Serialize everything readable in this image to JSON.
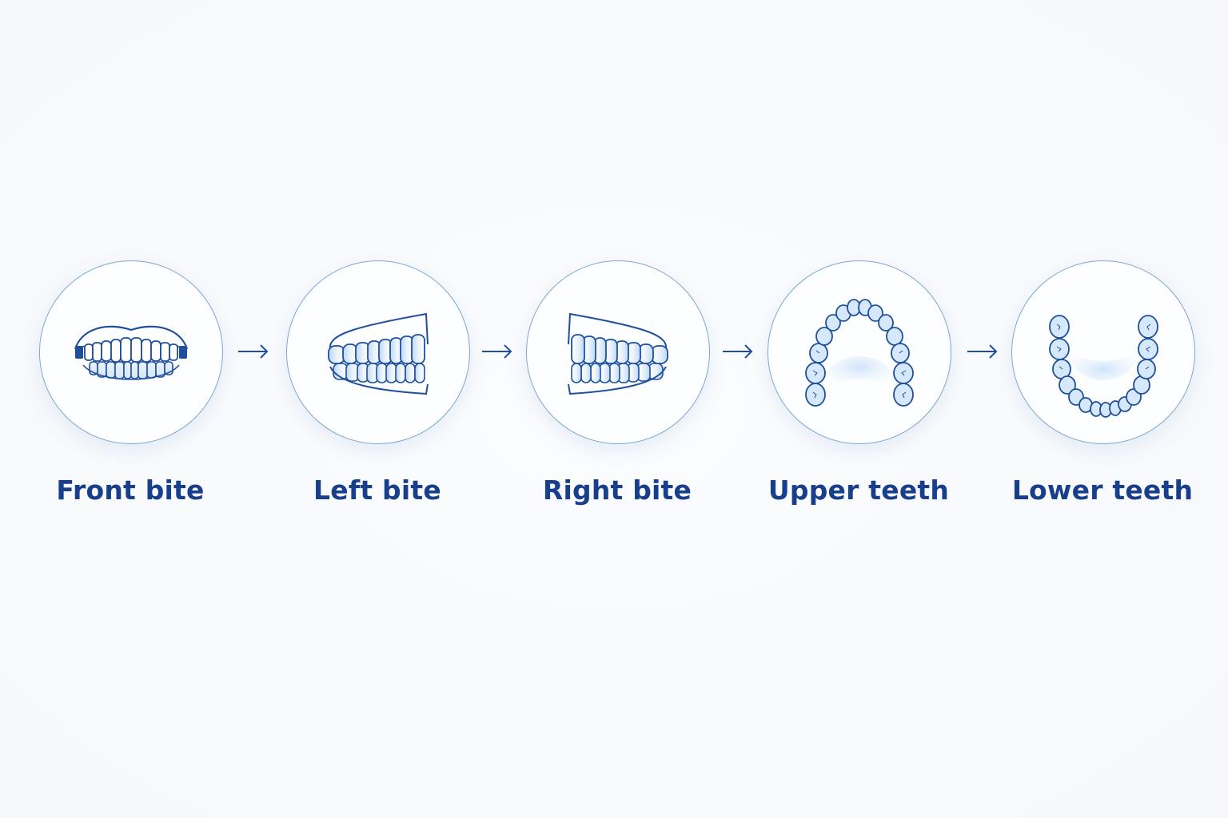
{
  "colors": {
    "accent": "#1f4f9a",
    "label": "#173f8c",
    "circle_border": "#7fa6d1",
    "tooth_fill": "#cfe3fa"
  },
  "steps": [
    {
      "label": "Front bite",
      "icon": "front-bite-icon"
    },
    {
      "label": "Left bite",
      "icon": "left-bite-icon"
    },
    {
      "label": "Right bite",
      "icon": "right-bite-icon"
    },
    {
      "label": "Upper teeth",
      "icon": "upper-arch-icon"
    },
    {
      "label": "Lower teeth",
      "icon": "lower-arch-icon"
    }
  ],
  "arrow_icon": "arrow-right-icon"
}
